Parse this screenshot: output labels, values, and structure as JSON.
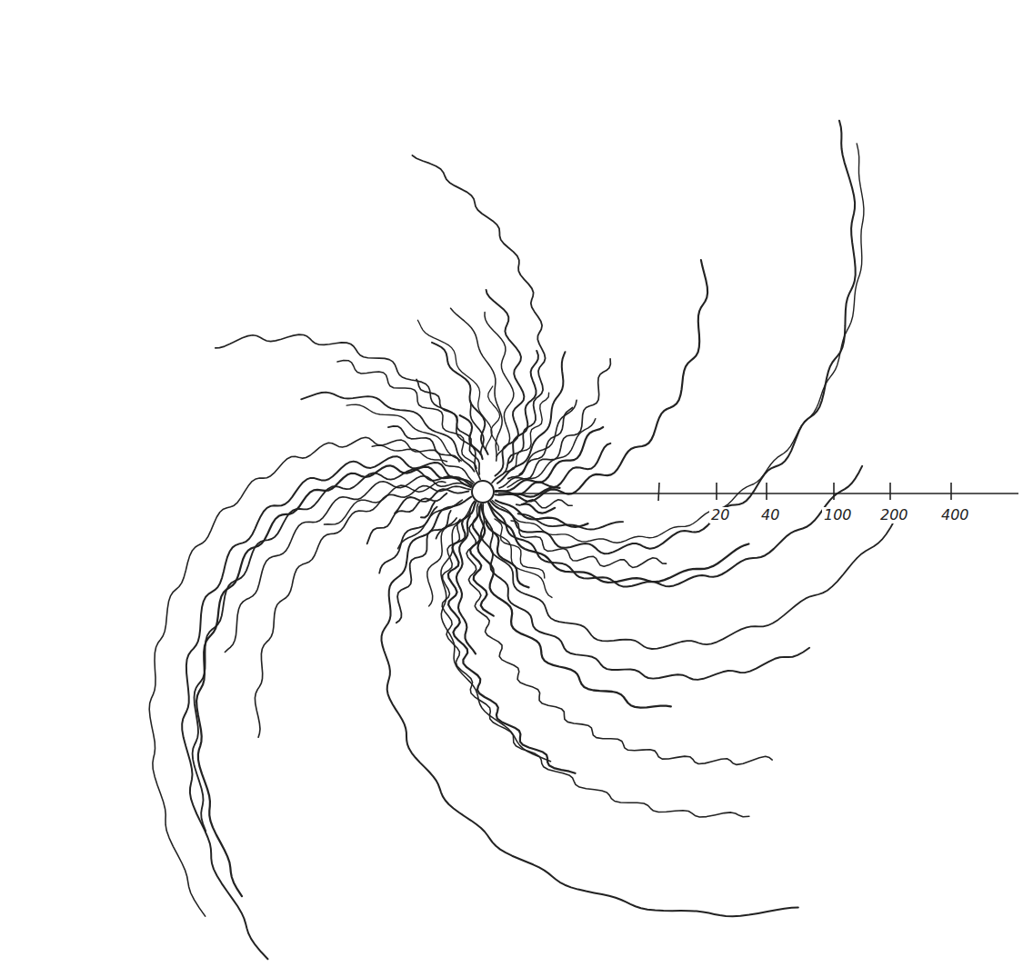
{
  "diagram": {
    "labels": [
      "20",
      "40",
      "100",
      "200",
      "400"
    ]
  }
}
